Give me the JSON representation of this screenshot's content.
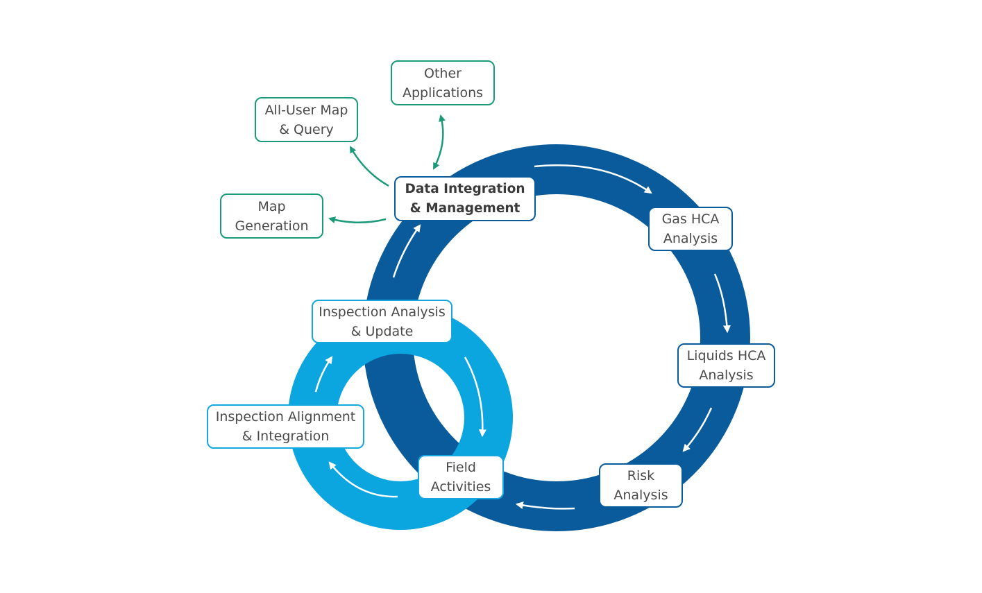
{
  "colors": {
    "outer_ring": "#0a5b9c",
    "inner_ring": "#0ba5e0",
    "app_links": "#1a9a78",
    "flow_arrows": "#ffffff"
  },
  "hub": {
    "label": "Data Integration\n& Management"
  },
  "outer_cycle": [
    {
      "label": "Gas HCA\nAnalysis"
    },
    {
      "label": "Liquids HCA\nAnalysis"
    },
    {
      "label": "Risk\nAnalysis"
    }
  ],
  "inner_cycle": [
    {
      "label": "Field\nActivities"
    },
    {
      "label": "Inspection Alignment\n& Integration"
    },
    {
      "label": "Inspection Analysis\n& Update"
    }
  ],
  "applications": [
    {
      "label": "Other\nApplications"
    },
    {
      "label": "All-User Map\n& Query"
    },
    {
      "label": "Map\nGeneration"
    }
  ]
}
